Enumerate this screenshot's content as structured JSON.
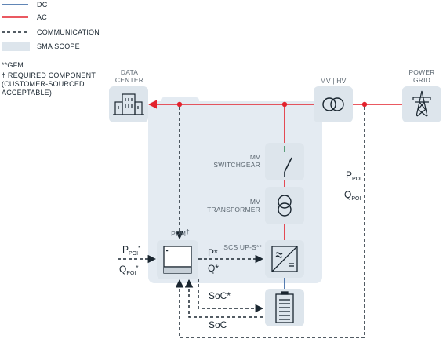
{
  "legend": {
    "dc": "DC",
    "ac": "AC",
    "communication": "COMMUNICATION",
    "sma_scope": "SMA SCOPE",
    "gfm_note": "**GFM",
    "required_note_1": "† REQUIRED COMPONENT",
    "required_note_2": "(CUSTOMER-SOURCED",
    "required_note_3": "ACCEPTABLE)"
  },
  "colors": {
    "dc": "#2d5e9e",
    "ac": "#e3222d",
    "scope": "#e4ebf2",
    "box": "#dde5ec",
    "line": "#1a2630"
  },
  "nodes": {
    "data_center": {
      "line1": "DATA",
      "line2": "CENTER",
      "icon": "building-icon"
    },
    "mv_hv": {
      "label": "MV | HV",
      "icon": "transformer-icon"
    },
    "power_grid": {
      "line1": "POWER",
      "line2": "GRID",
      "icon": "pylon-icon"
    },
    "mv_switchgear": {
      "line1": "MV",
      "line2": "SWITCHGEAR",
      "icon": "switch-icon"
    },
    "mv_transformer": {
      "line1": "MV",
      "line2": "TRANSFORMER",
      "icon": "transformer-icon"
    },
    "ppm": {
      "label": "PPM",
      "mark": "†",
      "icon": "controller-icon"
    },
    "scs": {
      "label": "SCS UP-S**",
      "icon": "inverter-icon"
    },
    "battery": {
      "icon": "battery-icon"
    }
  },
  "signals": {
    "p_poi_set": {
      "main": "P",
      "sub": "POI",
      "mark": "*"
    },
    "q_poi_set": {
      "main": "Q",
      "sub": "POI",
      "mark": "*"
    },
    "p_set": "P*",
    "q_set": "Q*",
    "soc_set": "SoC*",
    "soc": "SoC",
    "p_poi": {
      "main": "P",
      "sub": "POI"
    },
    "q_poi": {
      "main": "Q",
      "sub": "POI"
    }
  }
}
